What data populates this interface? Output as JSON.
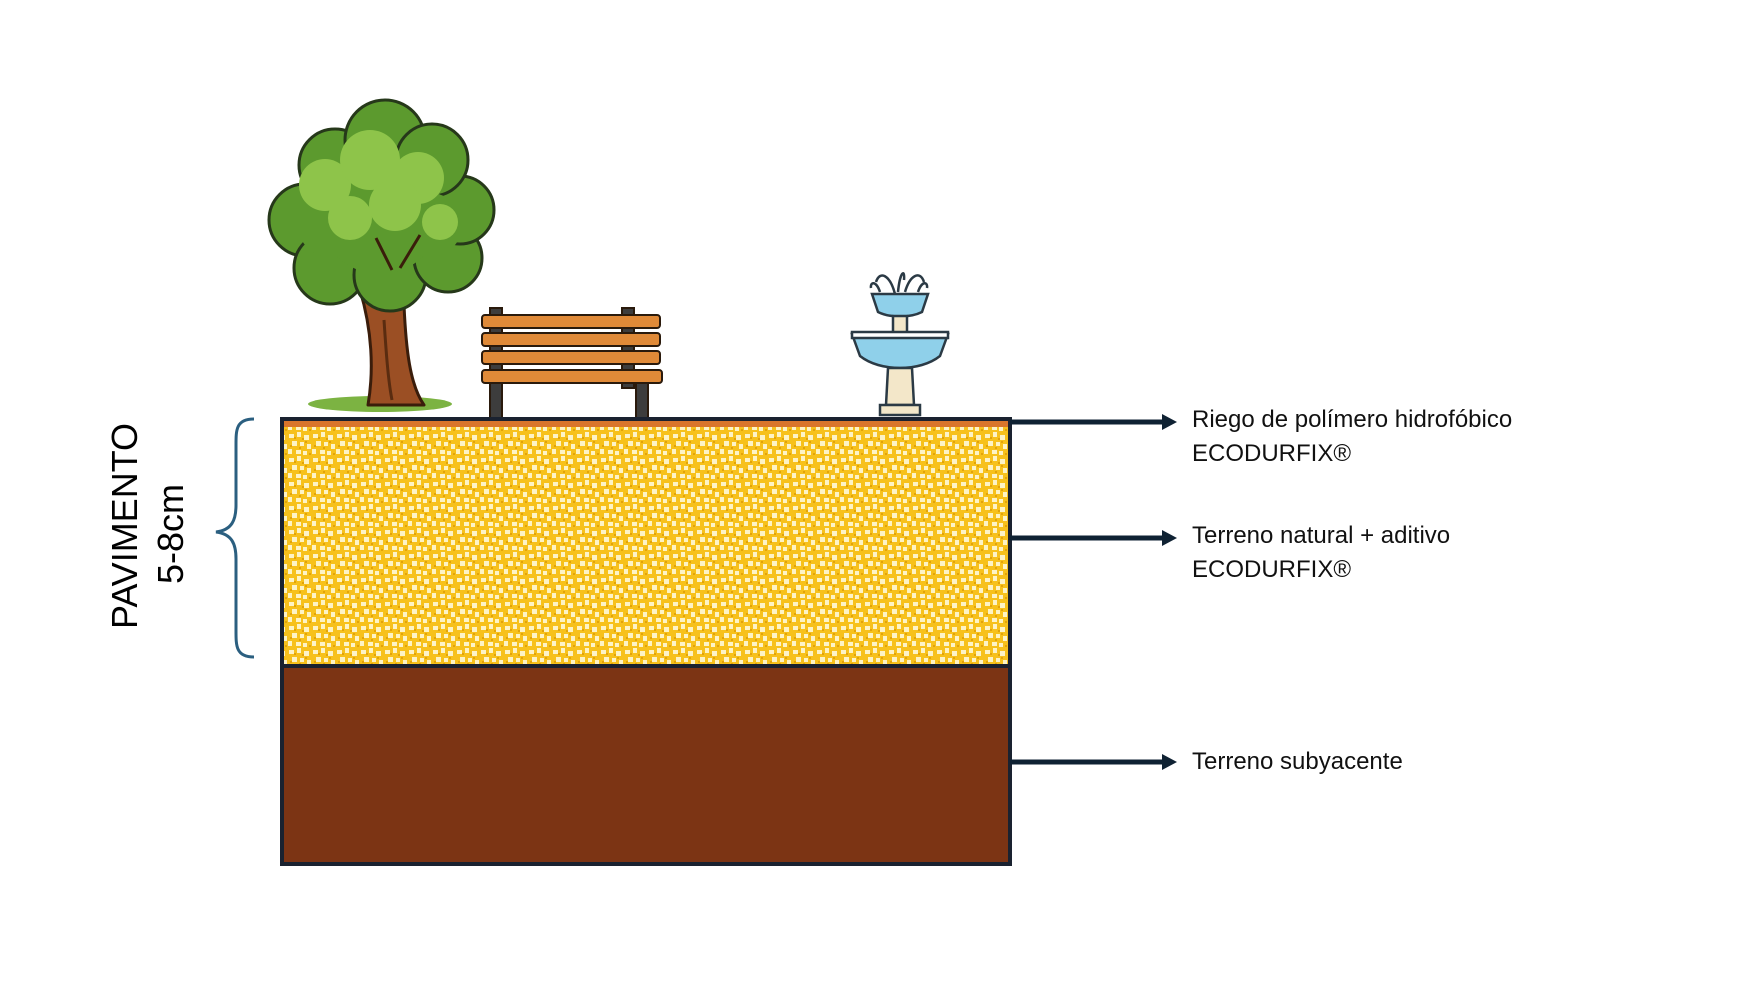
{
  "pavement_label": {
    "line1": "PAVIMENTO",
    "line2": "5-8cm"
  },
  "layers": [
    {
      "id": "top-coat",
      "label_line1": "Riego de polímero hidrofóbico",
      "label_line2": "ECODURFIX®",
      "color": "#d9752b"
    },
    {
      "id": "treated-soil",
      "label_line1": "Terreno natural + aditivo",
      "label_line2": "ECODURFIX®",
      "color": "#f5c21b"
    },
    {
      "id": "subsoil",
      "label_line1": "Terreno subyacente",
      "label_line2": "",
      "color": "#7c3414"
    }
  ],
  "scene_icons": [
    "tree-icon",
    "bench-icon",
    "fountain-icon"
  ],
  "colors": {
    "arrow": "#0f2233",
    "brace": "#2b5f80",
    "outline": "#1a2230",
    "texture_light": "#fdf3c6"
  }
}
